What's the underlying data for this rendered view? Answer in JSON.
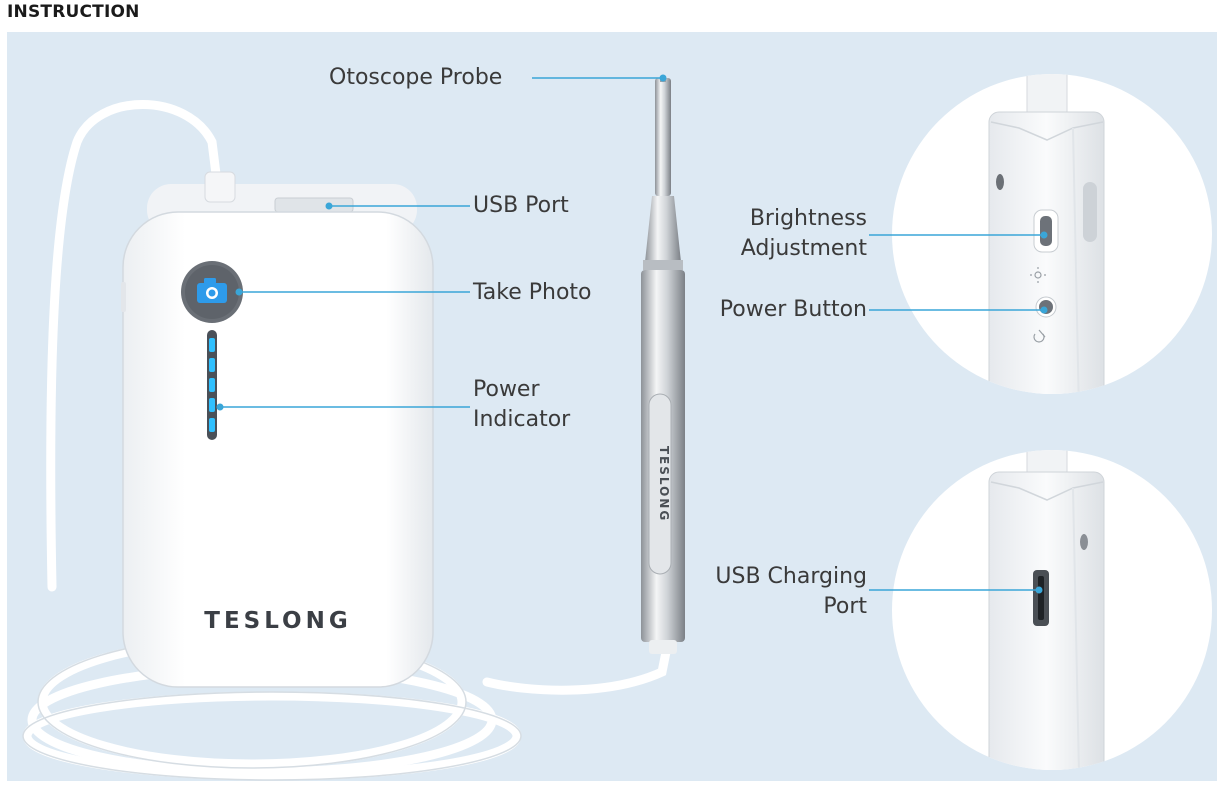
{
  "heading": "INSTRUCTION",
  "brand": "TESLONG",
  "labels": {
    "otoscope_probe": "Otoscope Probe",
    "usb_port": "USB Port",
    "take_photo": "Take Photo",
    "power_indicator_1": "Power",
    "power_indicator_2": "Indicator",
    "brightness_1": "Brightness",
    "brightness_2": "Adjustment",
    "power_button": "Power Button",
    "usb_charging_1": "USB Charging",
    "usb_charging_2": "Port"
  },
  "colors": {
    "panel_background": "#dde9f3",
    "callout_line": "#3aa6d8",
    "indicator_led": "#2fc0ff",
    "device_body": "#ffffff"
  },
  "icons": [
    "camera-icon",
    "sun-icon",
    "power-icon"
  ]
}
